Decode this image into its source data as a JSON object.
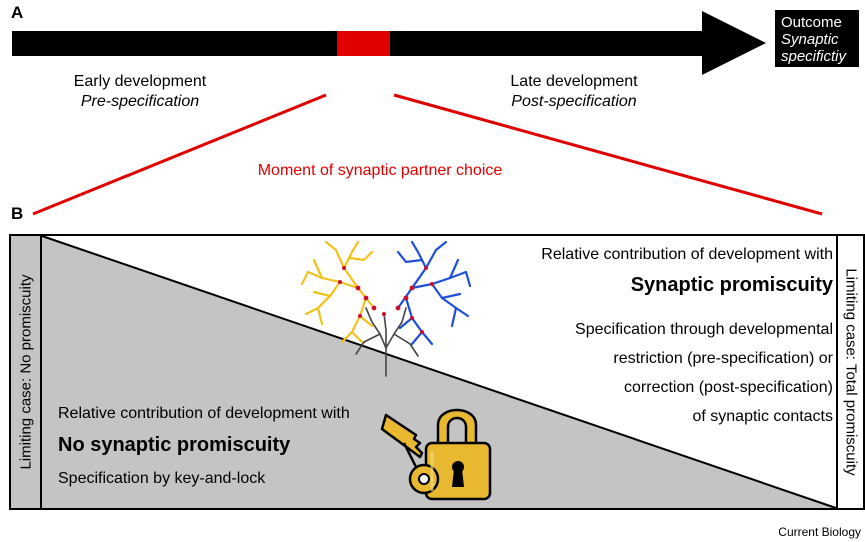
{
  "panels": {
    "a_label": "A",
    "b_label": "B"
  },
  "timeline": {
    "early": {
      "title": "Early development",
      "subtitle": "Pre-specification"
    },
    "late": {
      "title": "Late development",
      "subtitle": "Post-specification"
    },
    "outcome": {
      "title": "Outcome",
      "line1": "Synaptic",
      "line2": "specifictiy"
    },
    "moment_label": "Moment of synaptic partner choice",
    "colors": {
      "bar": "#000000",
      "moment": "#e00000"
    }
  },
  "panel_b": {
    "left_limit": "Limiting case: No promiscuity",
    "right_limit": "Limiting case: Total promiscuity",
    "upper": {
      "intro": "Relative contribution of development with",
      "heading": "Synaptic promiscuity",
      "desc": [
        "Specification through developmental",
        "restriction (pre-specification) or",
        "correction (post-specification)",
        "of synaptic contacts"
      ]
    },
    "lower": {
      "intro": "Relative contribution of development with",
      "heading": "No synaptic promiscuity",
      "desc": "Specification by key-and-lock"
    },
    "colors": {
      "gray": "#c4c4c4",
      "lock": "#e8b830",
      "neuron_yellow": "#f2c21a",
      "neuron_blue": "#1f4fd8",
      "synapse": "#c8102e"
    }
  },
  "footer": "Current Biology"
}
